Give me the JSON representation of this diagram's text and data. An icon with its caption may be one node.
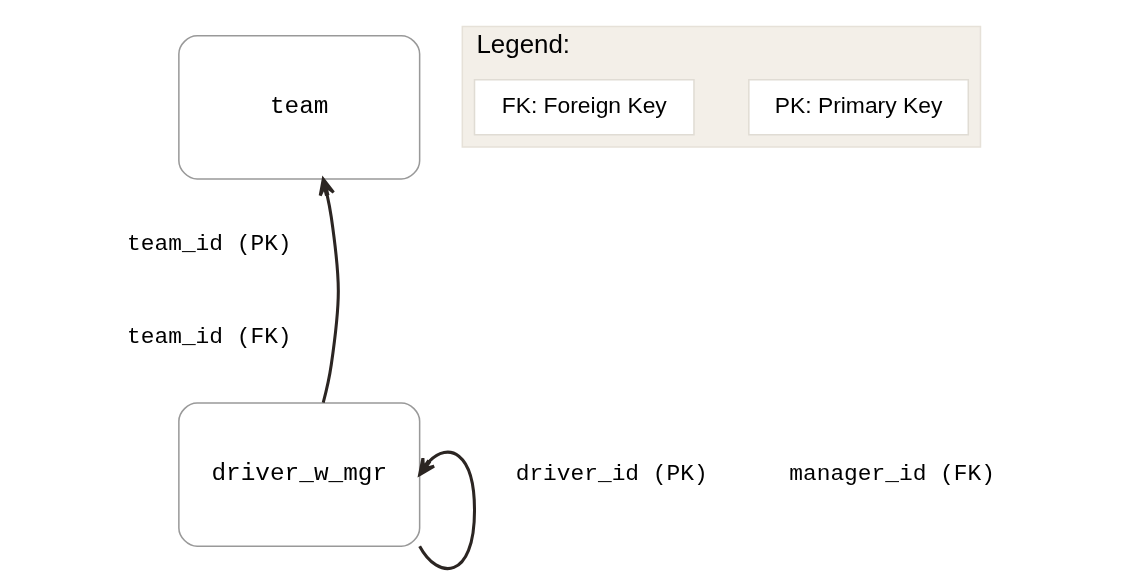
{
  "diagram": {
    "nodes": [
      {
        "text": [
          "team"
        ]
      },
      {
        "text": [
          "driver_w_mgr"
        ]
      },
      {
        "text": [
          "Legend:"
        ]
      },
      {
        "text": [
          "PK: Primary Key"
        ],
        "in": 2
      },
      {
        "text": [
          "FK: Foreign Key"
        ],
        "in": 2
      }
    ],
    "edges": [
      {
        "from": 1,
        "to": 0,
        "arrow": "to"
      },
      {
        "from": 1,
        "to": 1,
        "arrow": "to"
      }
    ],
    "labels": [
      "team_id (PK)",
      "team_id (FK)",
      "driver_id (PK)",
      "manager_id (FK)"
    ]
  }
}
